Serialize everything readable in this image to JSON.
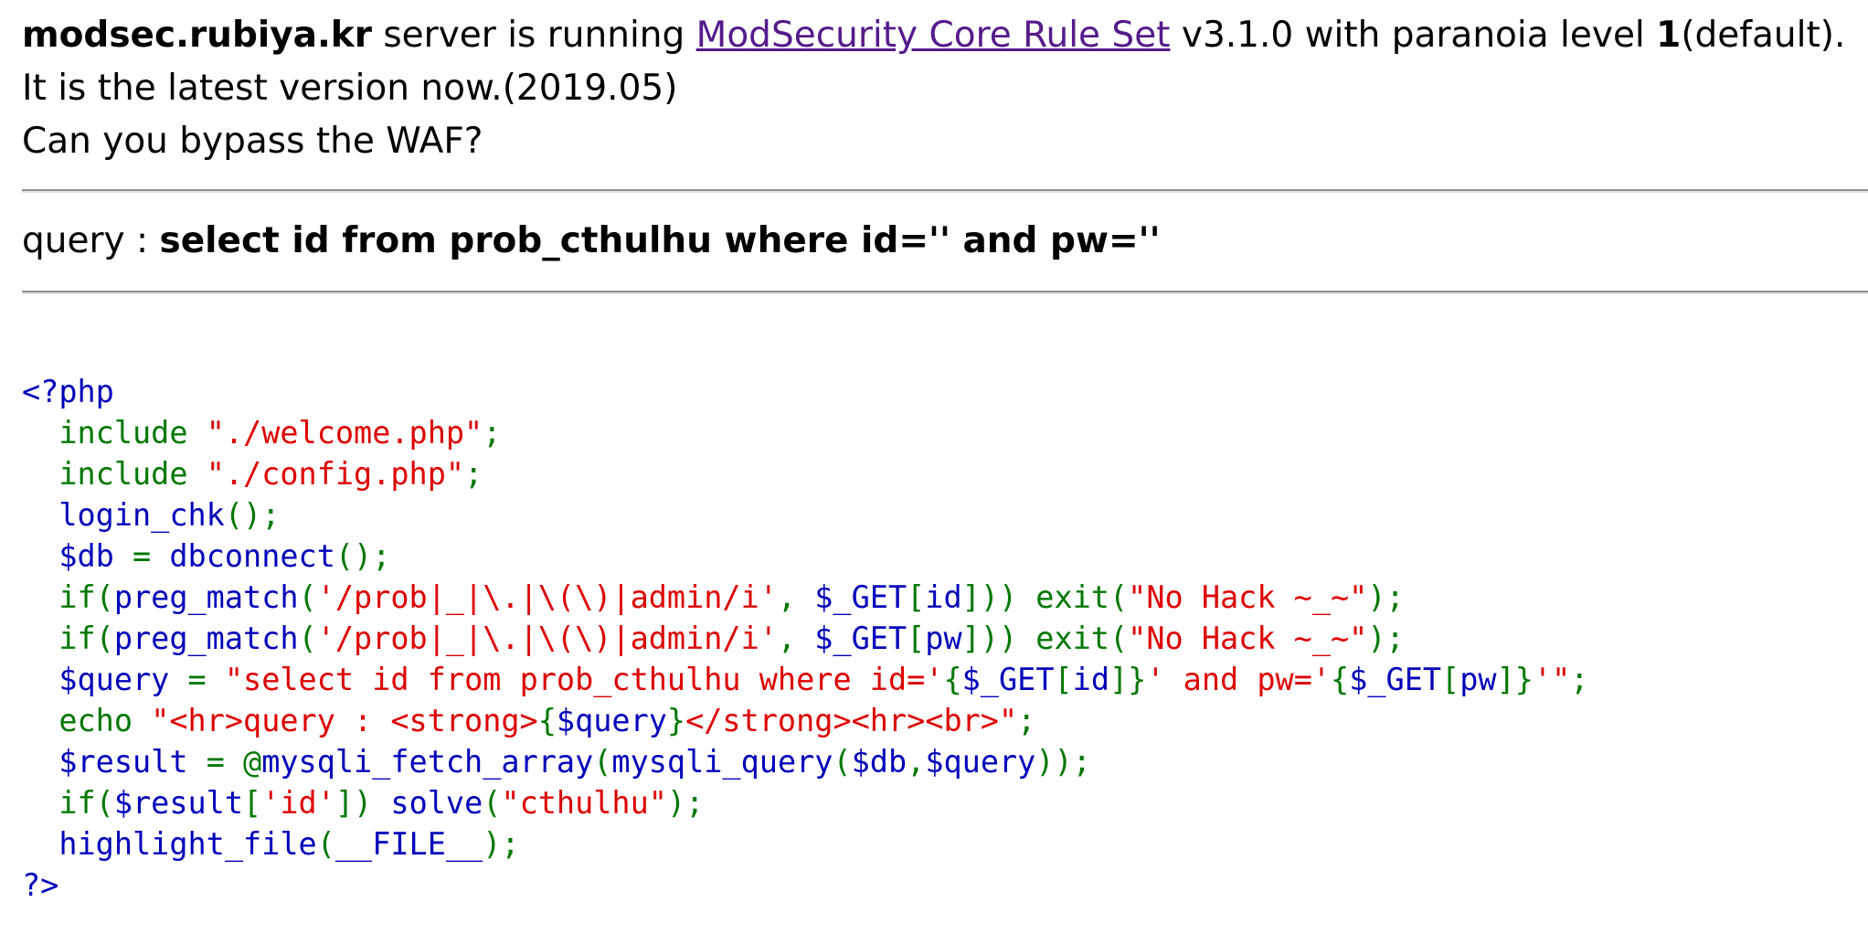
{
  "intro": {
    "host": "modsec.rubiya.kr",
    "running_text": " server is running ",
    "link_text": "ModSecurity Core Rule Set",
    "version_text": " v3.1.0 with paranoia level ",
    "level": "1",
    "level_suffix": "(default).",
    "line2": "It is the latest version now.(2019.05)",
    "line3": "Can you bypass the WAF?"
  },
  "query": {
    "label": "query : ",
    "sql": "select id from prob_cthulhu where id='' and pw=''"
  },
  "code": {
    "lines": [
      [
        {
          "c": "k",
          "t": "<?php"
        }
      ],
      [
        {
          "c": "g",
          "t": "  include "
        },
        {
          "c": "r",
          "t": "\"./welcome.php\""
        },
        {
          "c": "g",
          "t": ";"
        }
      ],
      [
        {
          "c": "g",
          "t": "  include "
        },
        {
          "c": "r",
          "t": "\"./config.php\""
        },
        {
          "c": "g",
          "t": ";"
        }
      ],
      [
        {
          "c": "k",
          "t": "  login_chk"
        },
        {
          "c": "g",
          "t": "();"
        }
      ],
      [
        {
          "c": "k",
          "t": "  $db "
        },
        {
          "c": "g",
          "t": "= "
        },
        {
          "c": "k",
          "t": "dbconnect"
        },
        {
          "c": "g",
          "t": "();"
        }
      ],
      [
        {
          "c": "g",
          "t": "  if("
        },
        {
          "c": "k",
          "t": "preg_match"
        },
        {
          "c": "g",
          "t": "("
        },
        {
          "c": "r",
          "t": "'/prob|_|\\.|\\(\\)|admin/i'"
        },
        {
          "c": "g",
          "t": ", "
        },
        {
          "c": "k",
          "t": "$_GET"
        },
        {
          "c": "g",
          "t": "["
        },
        {
          "c": "k",
          "t": "id"
        },
        {
          "c": "g",
          "t": "])) exit("
        },
        {
          "c": "r",
          "t": "\"No Hack ~_~\""
        },
        {
          "c": "g",
          "t": ");"
        }
      ],
      [
        {
          "c": "g",
          "t": "  if("
        },
        {
          "c": "k",
          "t": "preg_match"
        },
        {
          "c": "g",
          "t": "("
        },
        {
          "c": "r",
          "t": "'/prob|_|\\.|\\(\\)|admin/i'"
        },
        {
          "c": "g",
          "t": ", "
        },
        {
          "c": "k",
          "t": "$_GET"
        },
        {
          "c": "g",
          "t": "["
        },
        {
          "c": "k",
          "t": "pw"
        },
        {
          "c": "g",
          "t": "])) exit("
        },
        {
          "c": "r",
          "t": "\"No Hack ~_~\""
        },
        {
          "c": "g",
          "t": ");"
        }
      ],
      [
        {
          "c": "k",
          "t": "  $query "
        },
        {
          "c": "g",
          "t": "= "
        },
        {
          "c": "r",
          "t": "\"select id from prob_cthulhu where id='"
        },
        {
          "c": "g",
          "t": "{"
        },
        {
          "c": "k",
          "t": "$_GET"
        },
        {
          "c": "g",
          "t": "["
        },
        {
          "c": "k",
          "t": "id"
        },
        {
          "c": "g",
          "t": "]}"
        },
        {
          "c": "r",
          "t": "' and pw='"
        },
        {
          "c": "g",
          "t": "{"
        },
        {
          "c": "k",
          "t": "$_GET"
        },
        {
          "c": "g",
          "t": "["
        },
        {
          "c": "k",
          "t": "pw"
        },
        {
          "c": "g",
          "t": "]}"
        },
        {
          "c": "r",
          "t": "'\""
        },
        {
          "c": "g",
          "t": ";"
        }
      ],
      [
        {
          "c": "g",
          "t": "  echo "
        },
        {
          "c": "r",
          "t": "\"<hr>query : <strong>"
        },
        {
          "c": "g",
          "t": "{"
        },
        {
          "c": "k",
          "t": "$query"
        },
        {
          "c": "g",
          "t": "}"
        },
        {
          "c": "r",
          "t": "</strong><hr><br>\""
        },
        {
          "c": "g",
          "t": ";"
        }
      ],
      [
        {
          "c": "k",
          "t": "  $result "
        },
        {
          "c": "g",
          "t": "= @"
        },
        {
          "c": "k",
          "t": "mysqli_fetch_array"
        },
        {
          "c": "g",
          "t": "("
        },
        {
          "c": "k",
          "t": "mysqli_query"
        },
        {
          "c": "g",
          "t": "("
        },
        {
          "c": "k",
          "t": "$db"
        },
        {
          "c": "g",
          "t": ","
        },
        {
          "c": "k",
          "t": "$query"
        },
        {
          "c": "g",
          "t": "));"
        }
      ],
      [
        {
          "c": "g",
          "t": "  if("
        },
        {
          "c": "k",
          "t": "$result"
        },
        {
          "c": "g",
          "t": "["
        },
        {
          "c": "r",
          "t": "'id'"
        },
        {
          "c": "g",
          "t": "]) "
        },
        {
          "c": "k",
          "t": "solve"
        },
        {
          "c": "g",
          "t": "("
        },
        {
          "c": "r",
          "t": "\"cthulhu\""
        },
        {
          "c": "g",
          "t": ");"
        }
      ],
      [
        {
          "c": "k",
          "t": "  highlight_file"
        },
        {
          "c": "g",
          "t": "("
        },
        {
          "c": "k",
          "t": "__FILE__"
        },
        {
          "c": "g",
          "t": ");"
        }
      ],
      [
        {
          "c": "k",
          "t": "?>"
        }
      ]
    ]
  },
  "colors": {
    "link": "#551a8b",
    "code_default": "#0000bb",
    "code_keyword": "#007700",
    "code_string": "#dd0000"
  }
}
